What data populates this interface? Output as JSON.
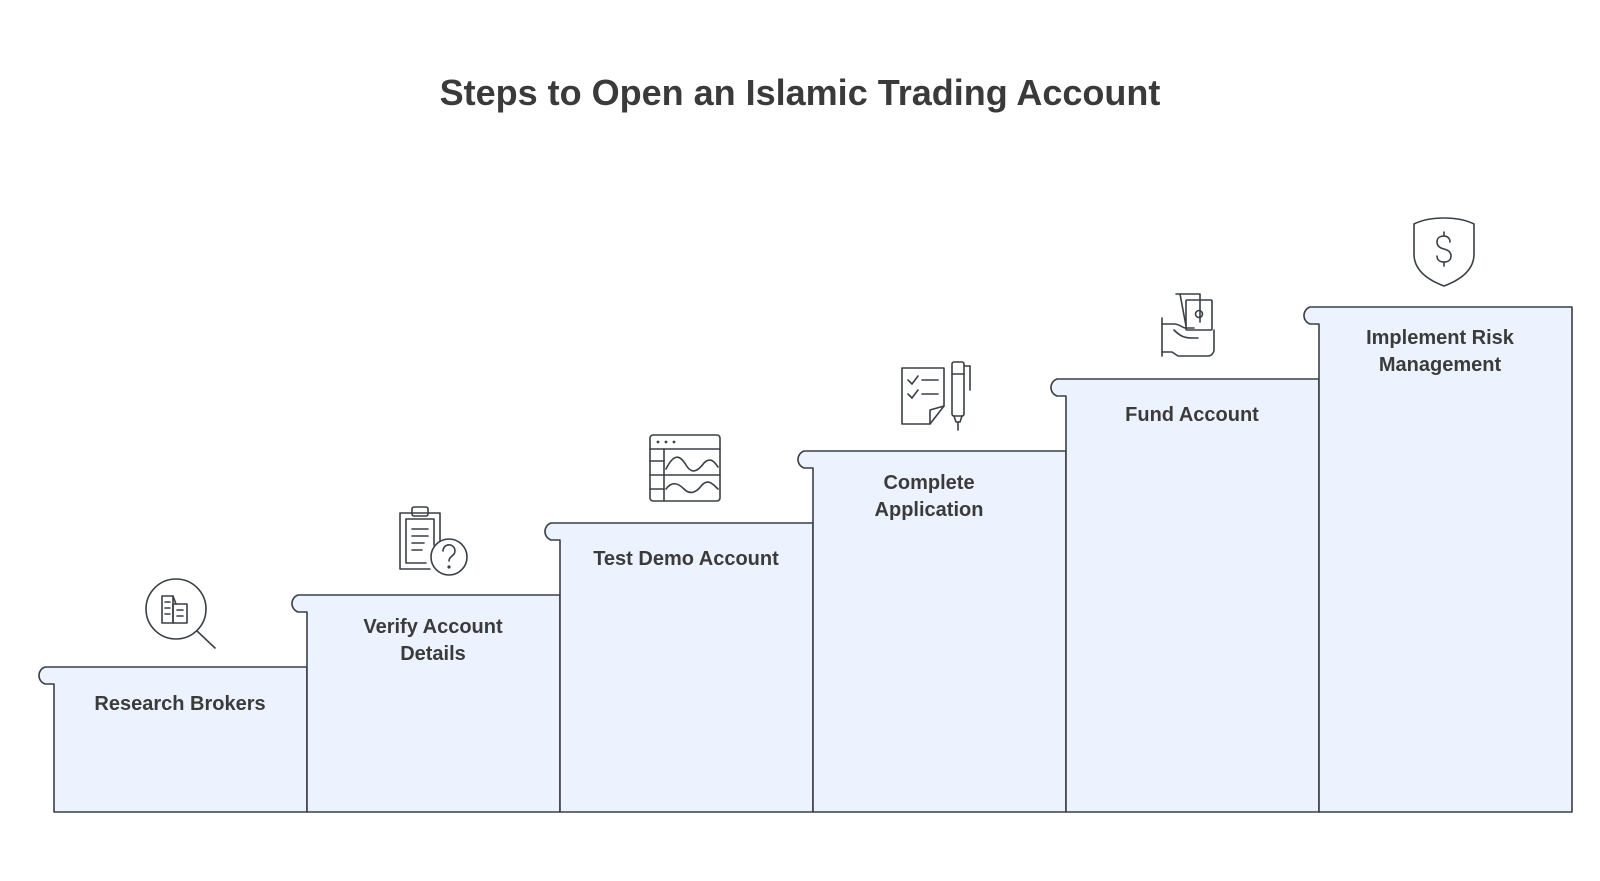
{
  "title": "Steps to Open an Islamic Trading Account",
  "colors": {
    "step_fill": "#edf3fe",
    "stroke": "#3a3f45",
    "text": "#3b3b3b"
  },
  "steps": [
    {
      "label": "Research Brokers",
      "icon": "magnifier-building-icon"
    },
    {
      "label": "Verify Account Details",
      "icon": "clipboard-question-icon"
    },
    {
      "label": "Test Demo Account",
      "icon": "browser-chart-icon"
    },
    {
      "label": "Complete Application",
      "icon": "checklist-pen-icon"
    },
    {
      "label": "Fund Account",
      "icon": "hand-money-icon"
    },
    {
      "label": "Implement Risk Management",
      "icon": "shield-dollar-icon"
    }
  ]
}
